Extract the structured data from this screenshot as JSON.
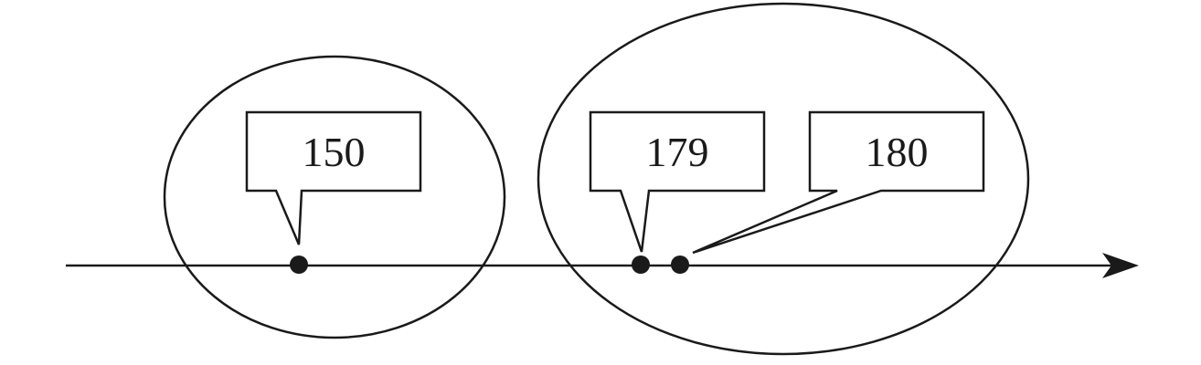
{
  "values": [
    {
      "id": "v150",
      "label": "150"
    },
    {
      "id": "v179",
      "label": "179"
    },
    {
      "id": "v180",
      "label": "180"
    }
  ],
  "colors": {
    "stroke": "#1a1a1a",
    "background": "#ffffff"
  }
}
